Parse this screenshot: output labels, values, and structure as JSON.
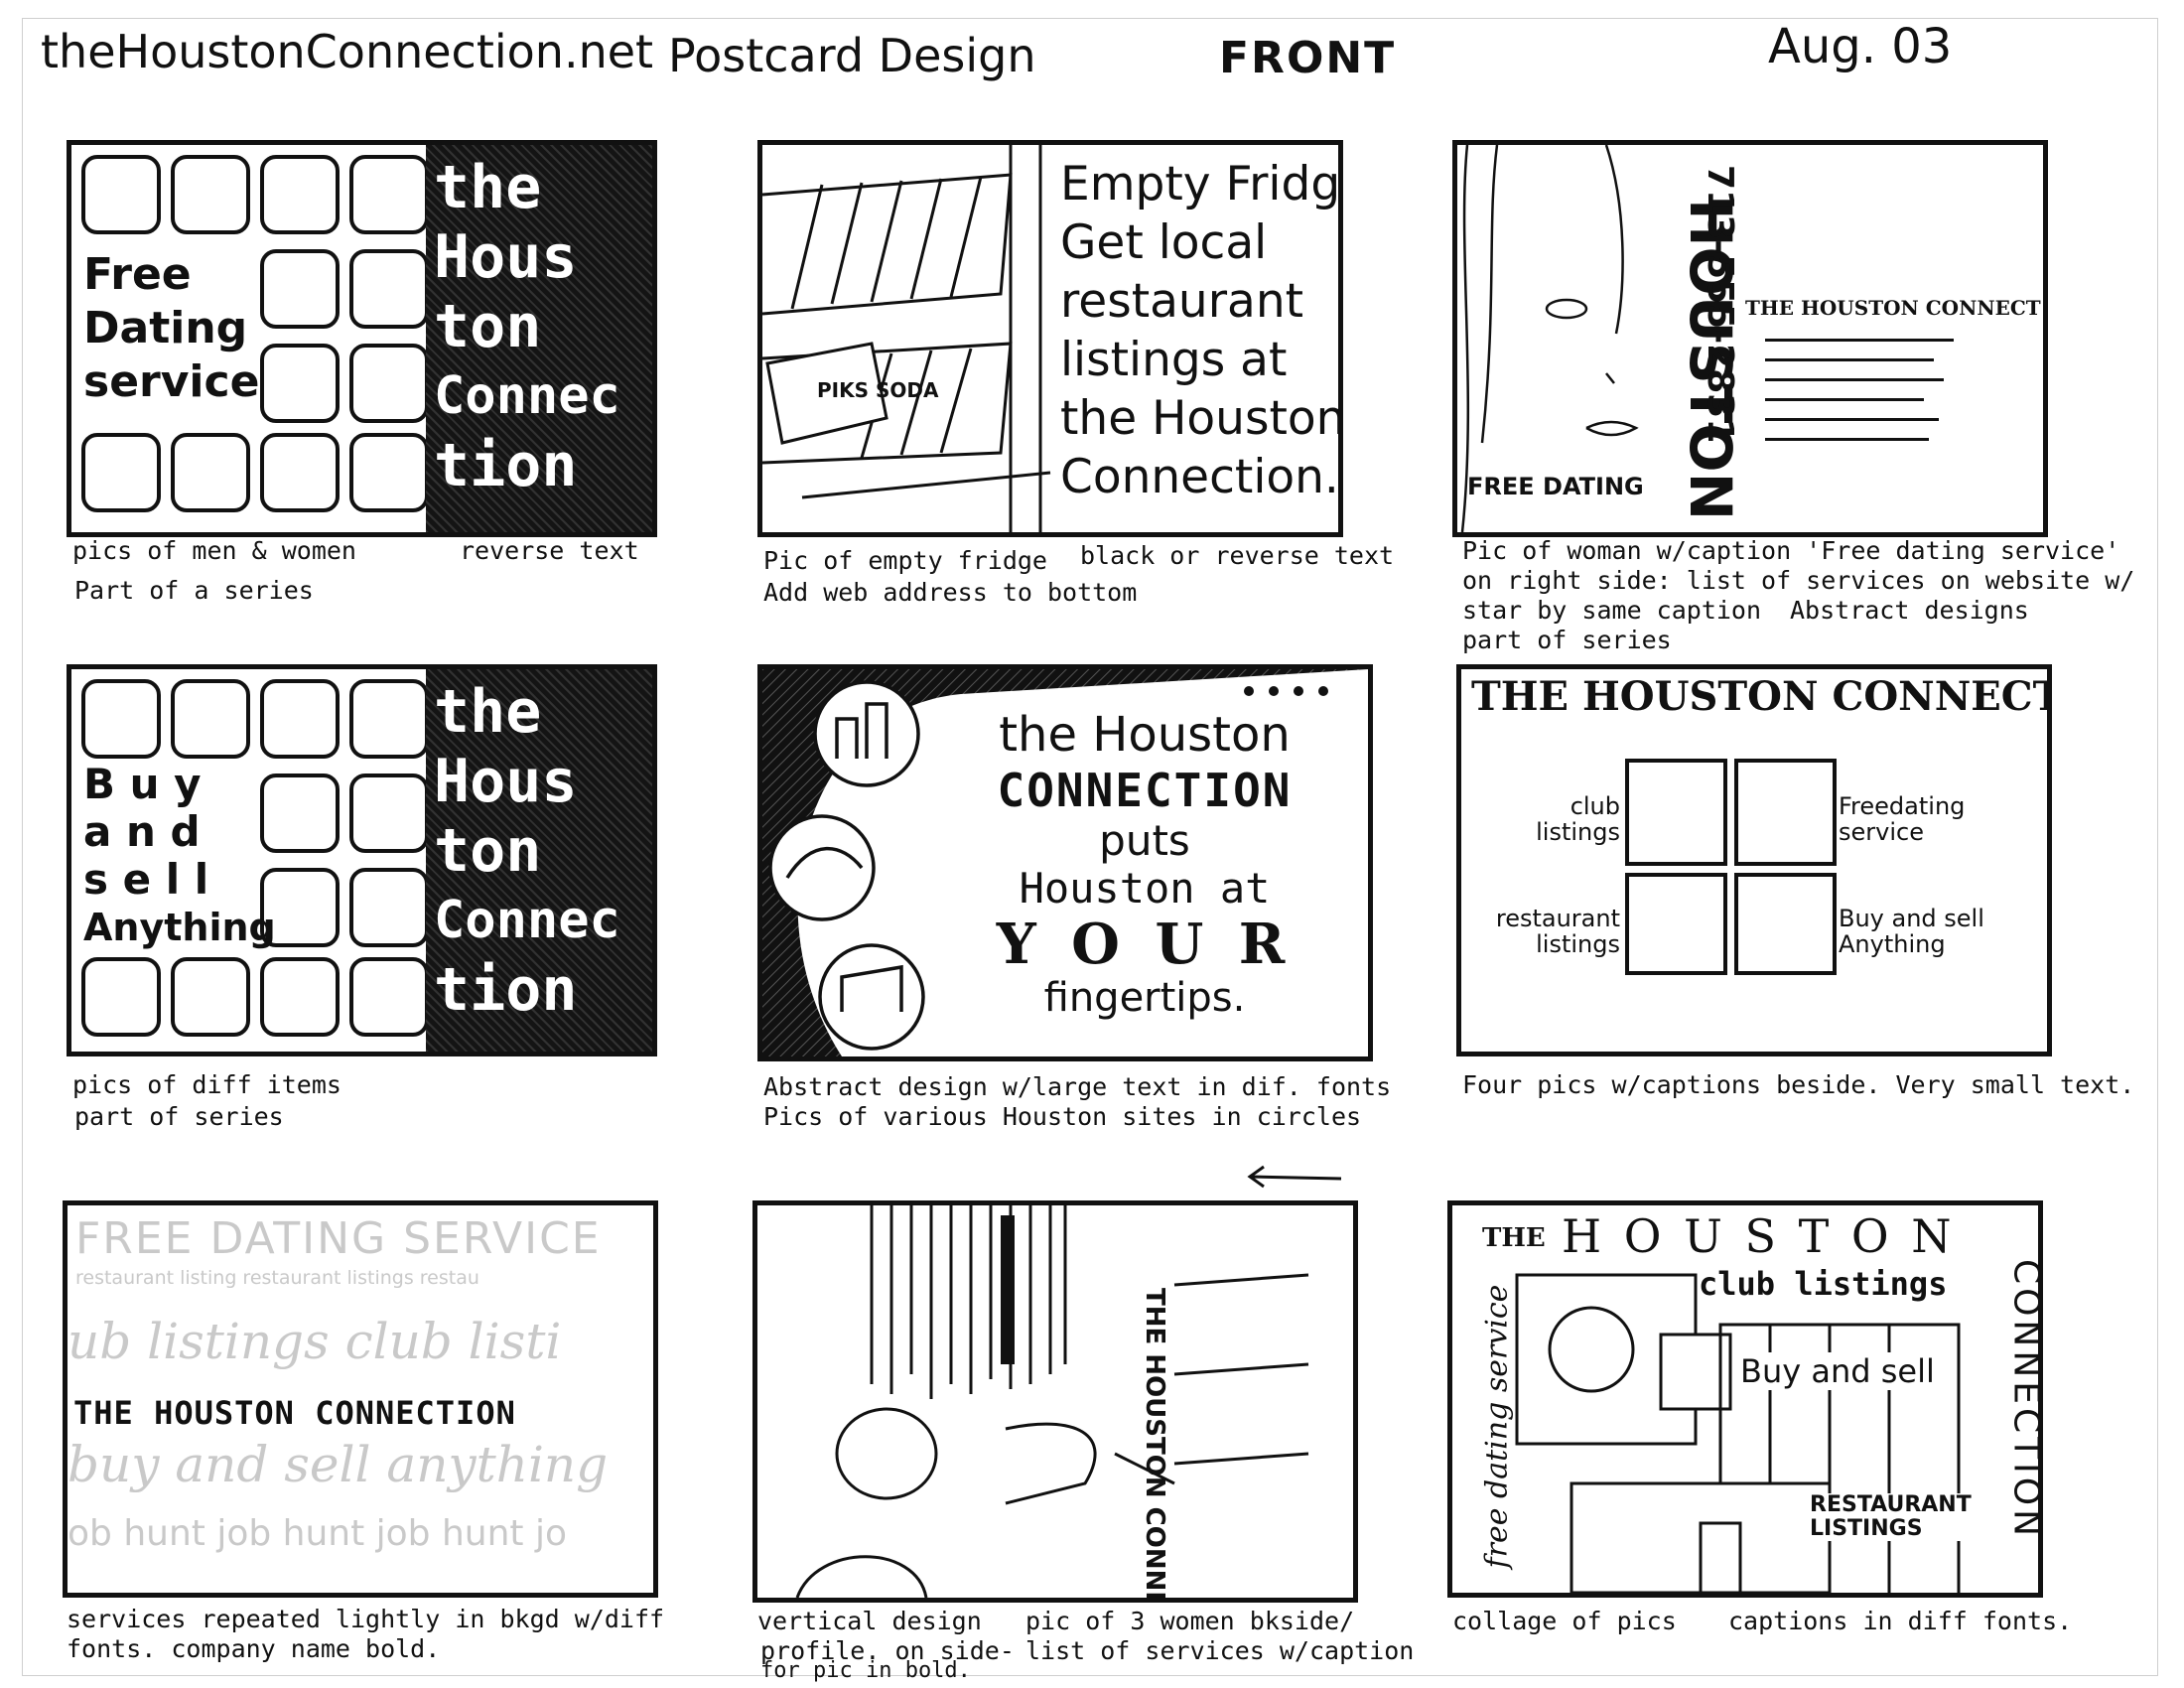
{
  "header": {
    "site": "theHoustonConnection.net",
    "title": "Postcard Design",
    "side": "FRONT",
    "date": "Aug. 03"
  },
  "sketches": [
    {
      "id": 1,
      "texts": {
        "left": [
          "Free",
          "Dating",
          "service"
        ],
        "reverse": [
          "the",
          "Hous",
          "ton",
          "Connec",
          "tion"
        ]
      },
      "captions": [
        "pics of men & women",
        "reverse text",
        "Part of a series"
      ]
    },
    {
      "id": 2,
      "texts": {
        "soda": "PIKS SODA",
        "right": [
          "Empty Fridge?",
          "Get local",
          "restaurant",
          "listings at",
          "the Houston",
          "Connection."
        ]
      },
      "captions": [
        "Pic of empty fridge",
        "black or reverse text",
        "Add web address to bottom"
      ]
    },
    {
      "id": 3,
      "texts": {
        "vertical": "HOUSTON",
        "phone": "713-555-2831",
        "connect": "THE HOUSTON CONNECT",
        "dating": "FREE DATING"
      },
      "captions": [
        "Pic of woman w/caption 'Free dating service'",
        "on right side: list of services on website w/",
        "star by same caption",
        "Abstract designs",
        "part of series"
      ]
    },
    {
      "id": 4,
      "texts": {
        "left": [
          "B u y",
          "a n d",
          "s e l l",
          "Anything"
        ],
        "reverse": [
          "the",
          "Hous",
          "ton",
          "Connec",
          "tion"
        ]
      },
      "captions": [
        "pics of diff items",
        "part of series"
      ]
    },
    {
      "id": 5,
      "texts": {
        "lines": [
          "the Houston",
          "CONNECTION",
          "puts",
          "Houston at",
          "Y O U R",
          "fingertips."
        ]
      },
      "captions": [
        "Abstract design w/large text in dif. fonts",
        "Pics of various Houston sites in circles"
      ]
    },
    {
      "id": 6,
      "texts": {
        "title": "THE HOUSTON CONNECTION",
        "club": [
          "club",
          "listings"
        ],
        "dating": [
          "Freedating",
          "service"
        ],
        "restaurant": [
          "restaurant",
          "listings"
        ],
        "buy": [
          "Buy and sell",
          "Anything"
        ]
      },
      "captions": [
        "Four pics w/captions beside. Very small text."
      ]
    },
    {
      "id": 7,
      "texts": {
        "bg1": "FREE DATING SERVICE",
        "bg2": "restaurant listing  restaurant listings  restau",
        "bg3": "ub listings  club listi",
        "main": "THE HOUSTON CONNECTION",
        "bg4": "buy and sell anything",
        "bg5": "ob hunt  job hunt  job hunt  jo"
      },
      "captions": [
        "services repeated lightly in bkgd w/diff",
        "fonts. company name bold."
      ]
    },
    {
      "id": 8,
      "texts": {
        "vertical": "THE HOUSTON CONNECTION"
      },
      "captions": [
        "vertical design",
        "pic of 3 women bkside/",
        "profile. on side-",
        "list of services w/caption",
        "for pic in bold."
      ]
    },
    {
      "id": 9,
      "texts": {
        "the": "THE",
        "houston": "H O U S T O N",
        "connection": "CONNECTION",
        "club": "club listings",
        "dating": "free dating service",
        "buy": "Buy and sell",
        "restaurant": [
          "RESTAURANT",
          "LISTINGS"
        ]
      },
      "captions": [
        "collage of pics",
        "captions in diff fonts."
      ]
    }
  ]
}
